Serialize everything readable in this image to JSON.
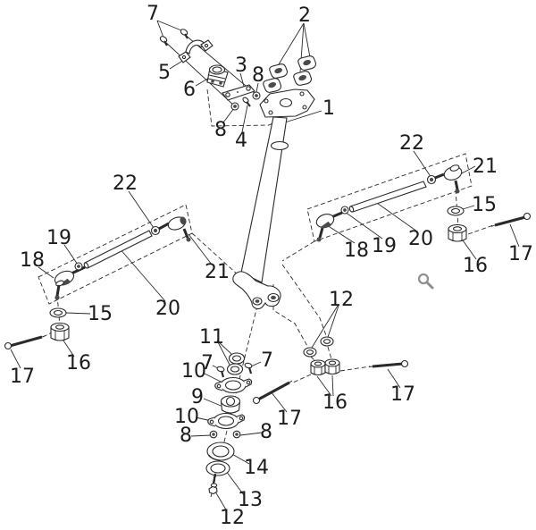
{
  "page": {
    "background": "#ffffff"
  },
  "diagram": {
    "description": "Exploded parts diagram of steering column, handlebar clamps and tie rod assemblies",
    "line_color": "#2a2a2a",
    "label_color": "#1c1c1c",
    "magnifier_color": "#8f8f8f",
    "part_numbers_shown": [
      "1",
      "2",
      "3",
      "4",
      "5",
      "6",
      "7",
      "8",
      "9",
      "10",
      "11",
      "12",
      "13",
      "14",
      "15",
      "16",
      "17",
      "18",
      "19",
      "20",
      "21",
      "22"
    ]
  },
  "labels": [
    {
      "name": "part-7-top",
      "text": "7"
    },
    {
      "name": "part-2",
      "text": "2"
    },
    {
      "name": "part-5",
      "text": "5"
    },
    {
      "name": "part-6",
      "text": "6"
    },
    {
      "name": "part-3",
      "text": "3"
    },
    {
      "name": "part-8-upper",
      "text": "8"
    },
    {
      "name": "part-8-lower",
      "text": "8"
    },
    {
      "name": "part-4",
      "text": "4"
    },
    {
      "name": "part-1",
      "text": "1"
    },
    {
      "name": "part-22-right",
      "text": "22"
    },
    {
      "name": "part-21-right",
      "text": "21"
    },
    {
      "name": "part-15-right",
      "text": "15"
    },
    {
      "name": "part-16-right",
      "text": "16"
    },
    {
      "name": "part-17-right",
      "text": "17"
    },
    {
      "name": "part-18-right",
      "text": "18"
    },
    {
      "name": "part-19-right",
      "text": "19"
    },
    {
      "name": "part-20-right",
      "text": "20"
    },
    {
      "name": "part-22-left",
      "text": "22"
    },
    {
      "name": "part-19-left",
      "text": "19"
    },
    {
      "name": "part-18-left",
      "text": "18"
    },
    {
      "name": "part-21-left",
      "text": "21"
    },
    {
      "name": "part-20-left",
      "text": "20"
    },
    {
      "name": "part-15-left",
      "text": "15"
    },
    {
      "name": "part-16-left",
      "text": "16"
    },
    {
      "name": "part-17-left",
      "text": "17"
    },
    {
      "name": "part-11",
      "text": "11"
    },
    {
      "name": "part-7-mid-left",
      "text": "7"
    },
    {
      "name": "part-7-mid-right",
      "text": "7"
    },
    {
      "name": "part-10-top",
      "text": "10"
    },
    {
      "name": "part-9",
      "text": "9"
    },
    {
      "name": "part-10-bottom",
      "text": "10"
    },
    {
      "name": "part-8-stack-left",
      "text": "8"
    },
    {
      "name": "part-8-stack-right",
      "text": "8"
    },
    {
      "name": "part-14",
      "text": "14"
    },
    {
      "name": "part-13",
      "text": "13"
    },
    {
      "name": "part-12-bottom",
      "text": "12"
    },
    {
      "name": "part-12-right",
      "text": "12"
    },
    {
      "name": "part-16-mid",
      "text": "16"
    },
    {
      "name": "part-17-bottom-left",
      "text": "17"
    },
    {
      "name": "part-17-bottom-right",
      "text": "17"
    }
  ]
}
